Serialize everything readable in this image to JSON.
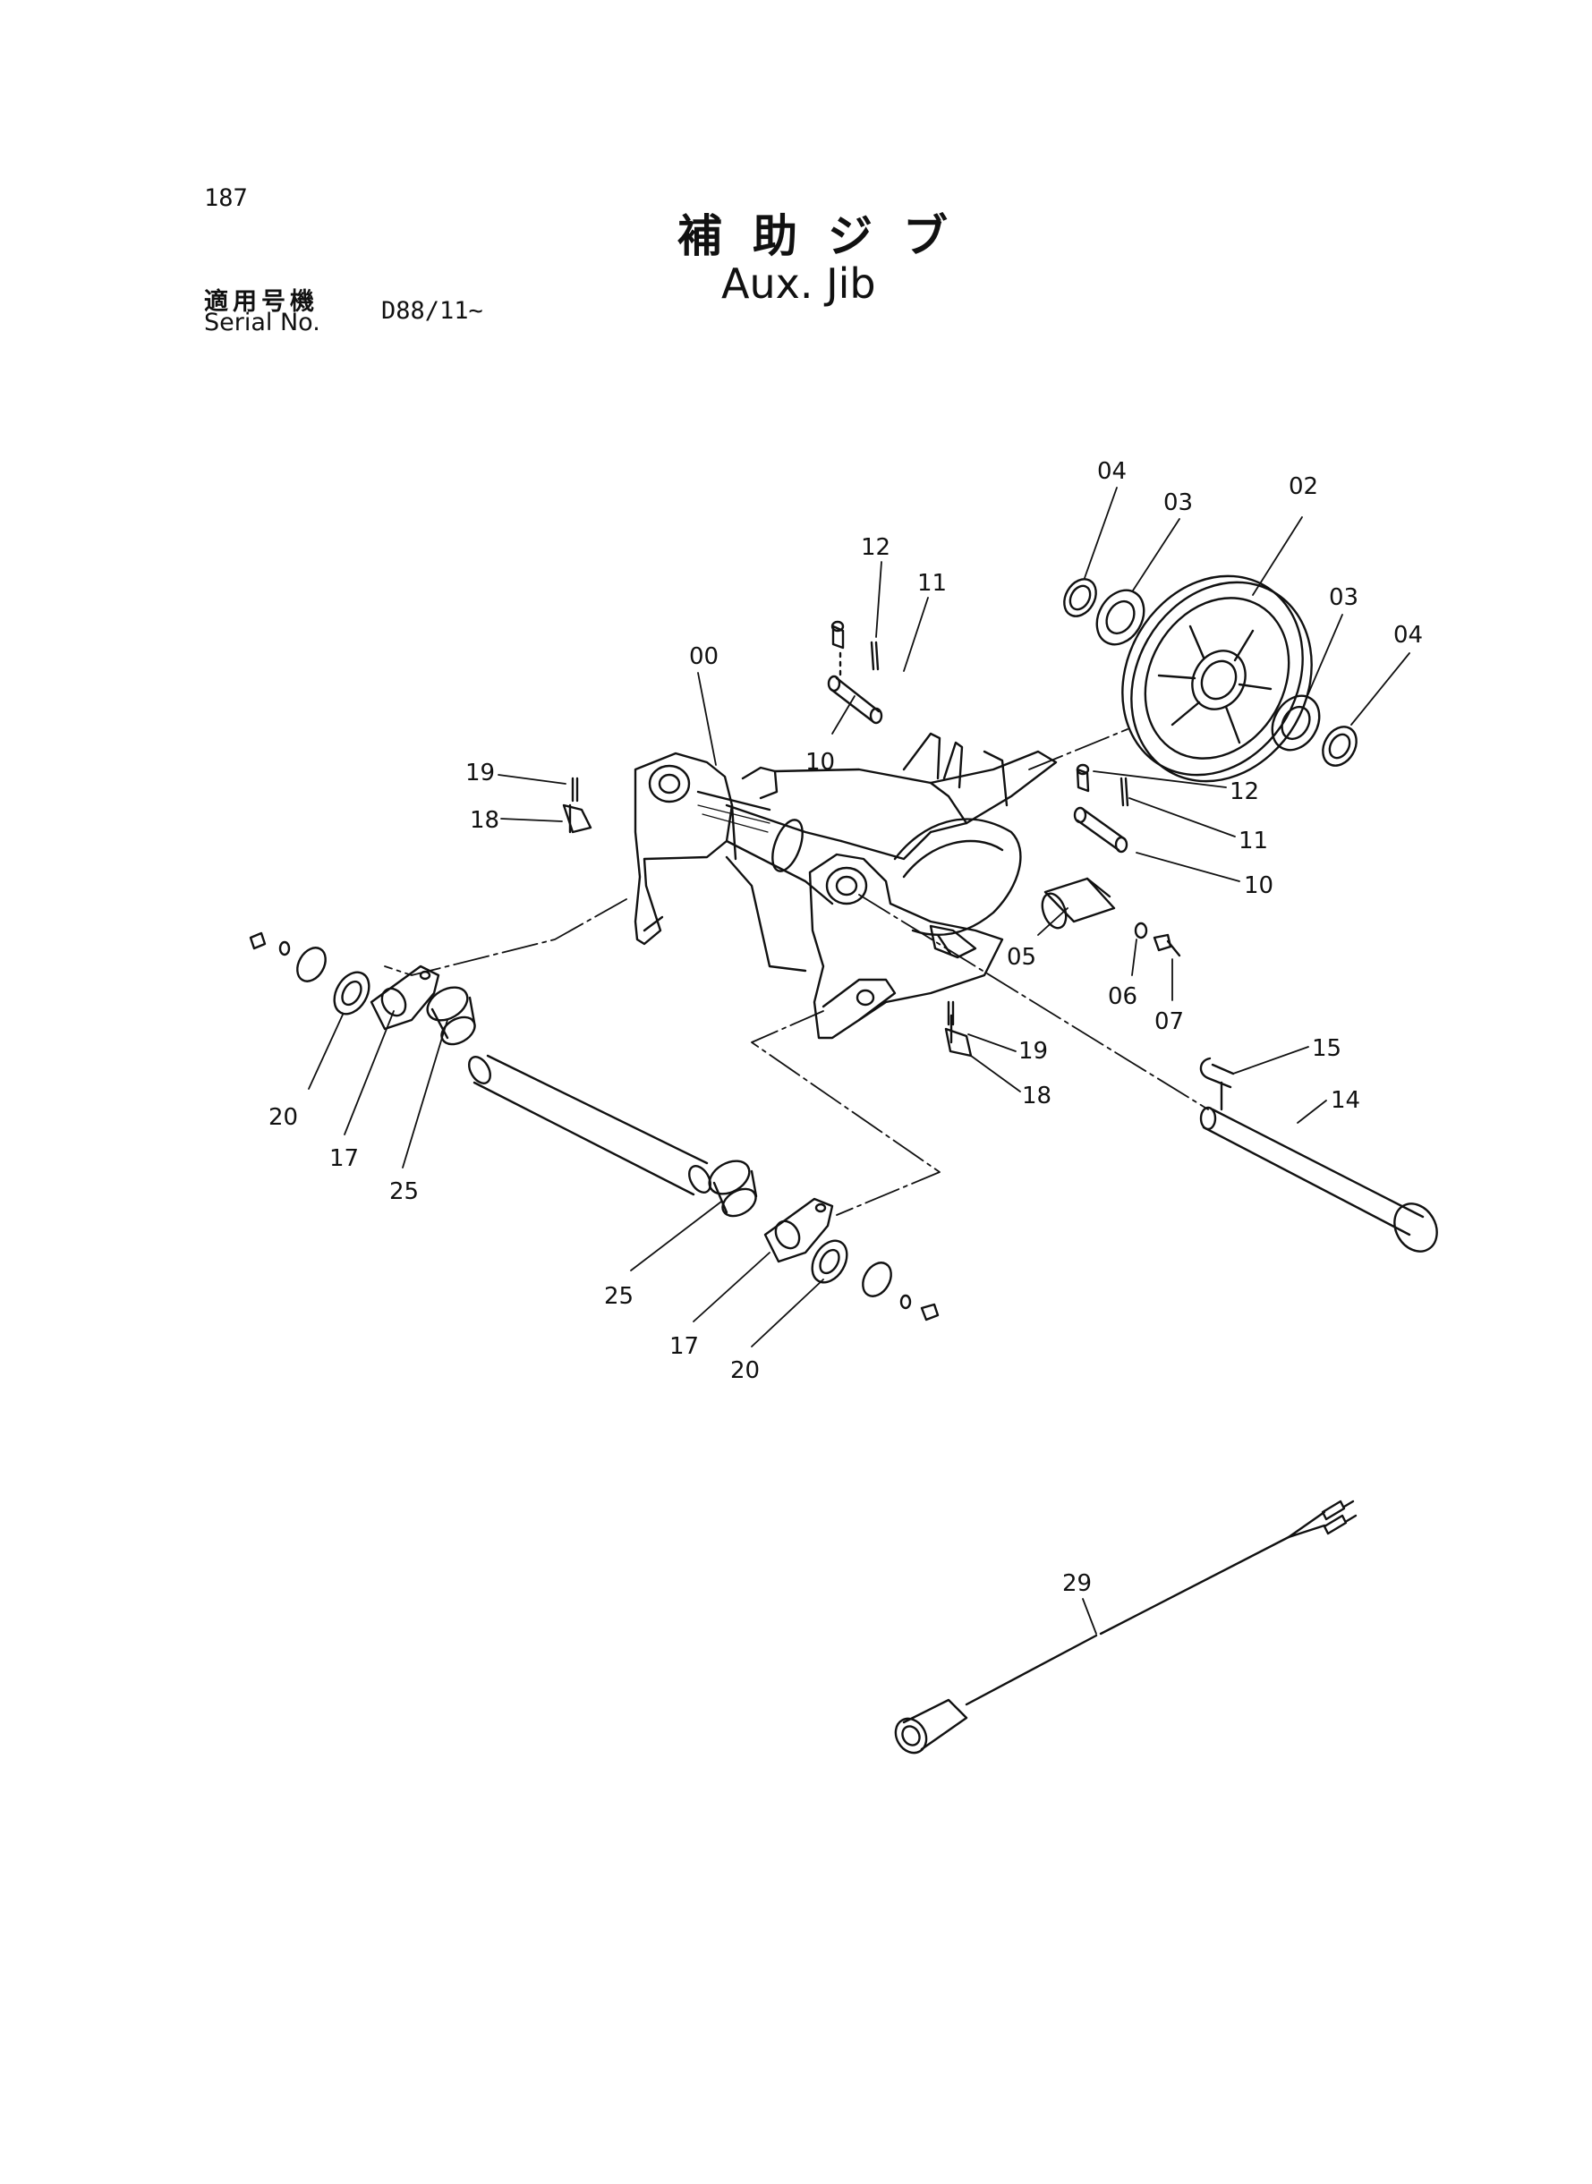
{
  "header": {
    "page_number": "187",
    "title_jp": "補助ジブ",
    "title_en": "Aux. Jib",
    "serial_label_jp": "適用号機",
    "serial_label_en": "Serial No.",
    "serial_value": "D88/11~"
  },
  "parts": {
    "p00": "00",
    "p02": "02",
    "p03a": "03",
    "p03b": "03",
    "p04a": "04",
    "p04b": "04",
    "p05": "05",
    "p06": "06",
    "p07": "07",
    "p10a": "10",
    "p10b": "10",
    "p11a": "11",
    "p11b": "11",
    "p12a": "12",
    "p12b": "12",
    "p14": "14",
    "p15": "15",
    "p17a": "17",
    "p17b": "17",
    "p18a": "18",
    "p18b": "18",
    "p19a": "19",
    "p19b": "19",
    "p20a": "20",
    "p20b": "20",
    "p25a": "25",
    "p25b": "25",
    "p29": "29"
  }
}
